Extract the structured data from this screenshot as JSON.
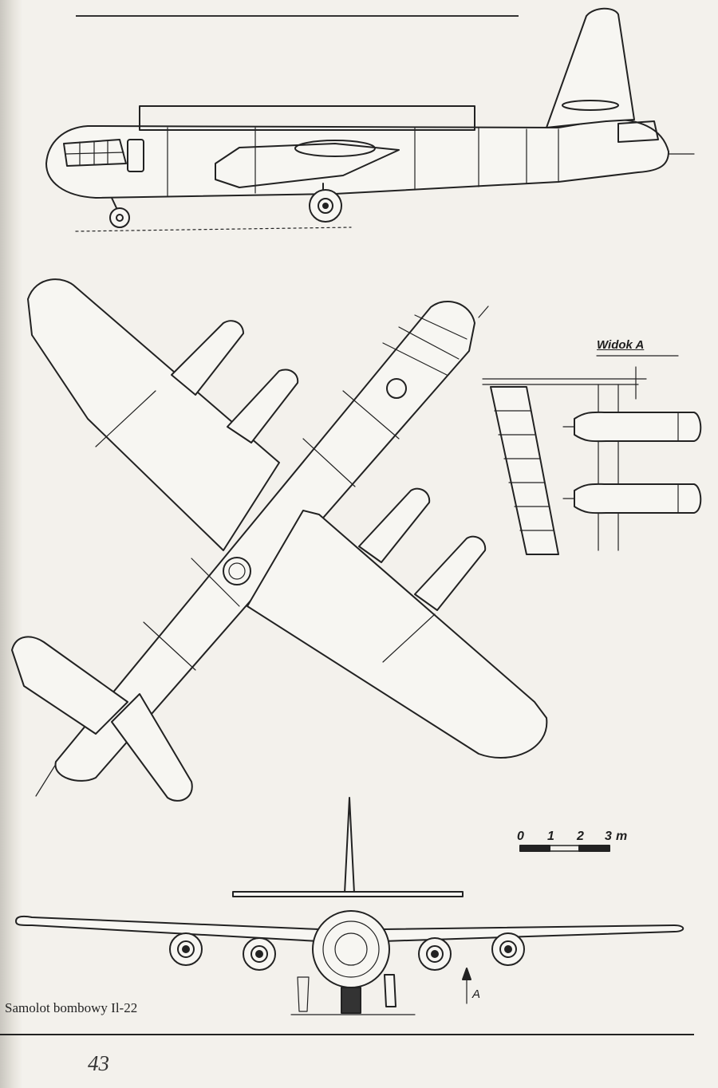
{
  "figure": {
    "view_a_label": "Widok A",
    "scale": {
      "ticks": [
        "0",
        "1",
        "2",
        "3"
      ],
      "unit": "m"
    },
    "arrow_label": "A",
    "caption": "Samolot bombowy Il-22",
    "page_number": "43"
  },
  "colors": {
    "paper": "#f3f1ec",
    "ink": "#222222"
  }
}
